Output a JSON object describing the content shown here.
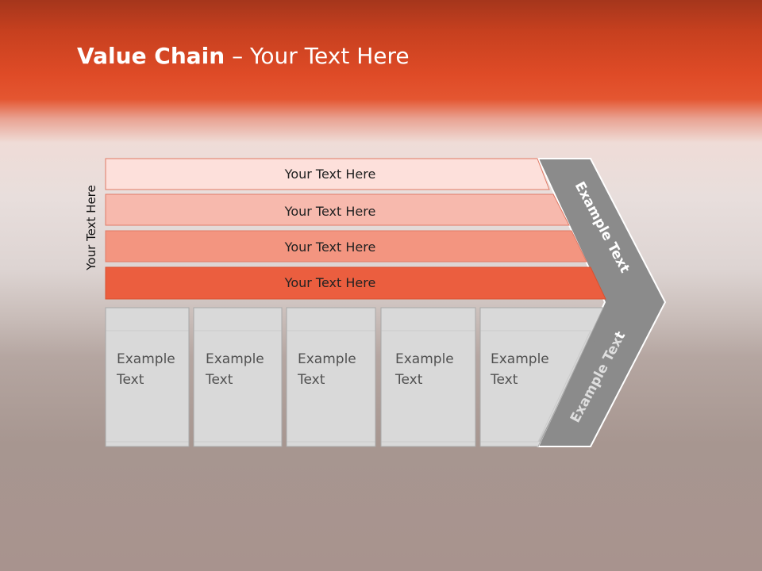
{
  "slide": {
    "title_bold": "Value Chain",
    "title_rest": " – Your Text Here",
    "side_label": "Your Text Here"
  },
  "bars": [
    {
      "label": "Your Text Here",
      "color": "#fde0db"
    },
    {
      "label": "Your Text Here",
      "color": "#f7b9ad"
    },
    {
      "label": "Your Text Here",
      "color": "#f39580"
    },
    {
      "label": "Your Text Here",
      "color": "#eb5e3f"
    }
  ],
  "columns": [
    {
      "line1": "Example",
      "line2": "Text"
    },
    {
      "line1": "Example",
      "line2": "Text"
    },
    {
      "line1": "Example",
      "line2": "Text"
    },
    {
      "line1": "Example",
      "line2": "Text"
    },
    {
      "line1": "Example",
      "line2": "Text"
    }
  ],
  "chevron": {
    "upper_label": "Example Text",
    "lower_label": "Example Text",
    "color": "#8b8b8b"
  },
  "colors": {
    "column_fill": "#d9d9d9",
    "column_stroke": "#a9a9a9"
  }
}
